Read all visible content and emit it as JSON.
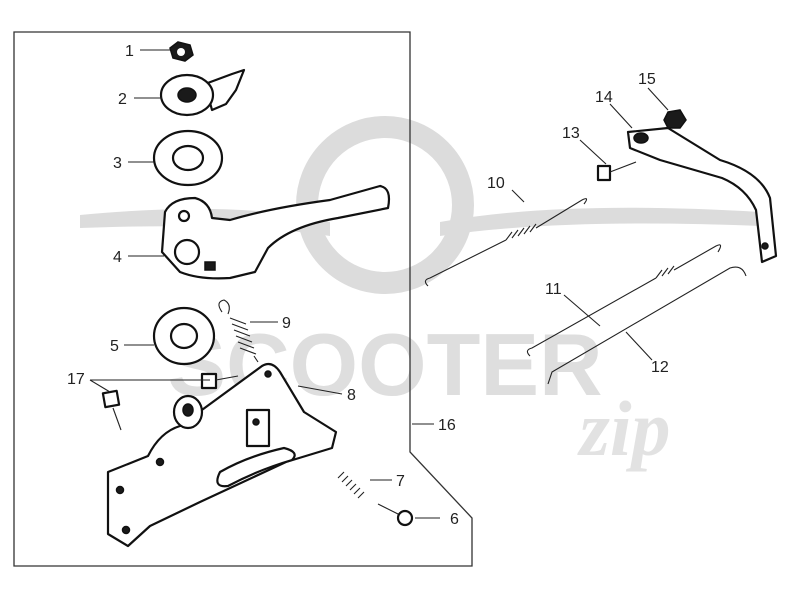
{
  "watermark": {
    "line1": "SCOOTER",
    "line2": "zip"
  },
  "callouts": [
    {
      "num": "1"
    },
    {
      "num": "2"
    },
    {
      "num": "3"
    },
    {
      "num": "4"
    },
    {
      "num": "5"
    },
    {
      "num": "6"
    },
    {
      "num": "7"
    },
    {
      "num": "8"
    },
    {
      "num": "9"
    },
    {
      "num": "10"
    },
    {
      "num": "11"
    },
    {
      "num": "12"
    },
    {
      "num": "13"
    },
    {
      "num": "14"
    },
    {
      "num": "15"
    },
    {
      "num": "16"
    },
    {
      "num": "17"
    }
  ]
}
